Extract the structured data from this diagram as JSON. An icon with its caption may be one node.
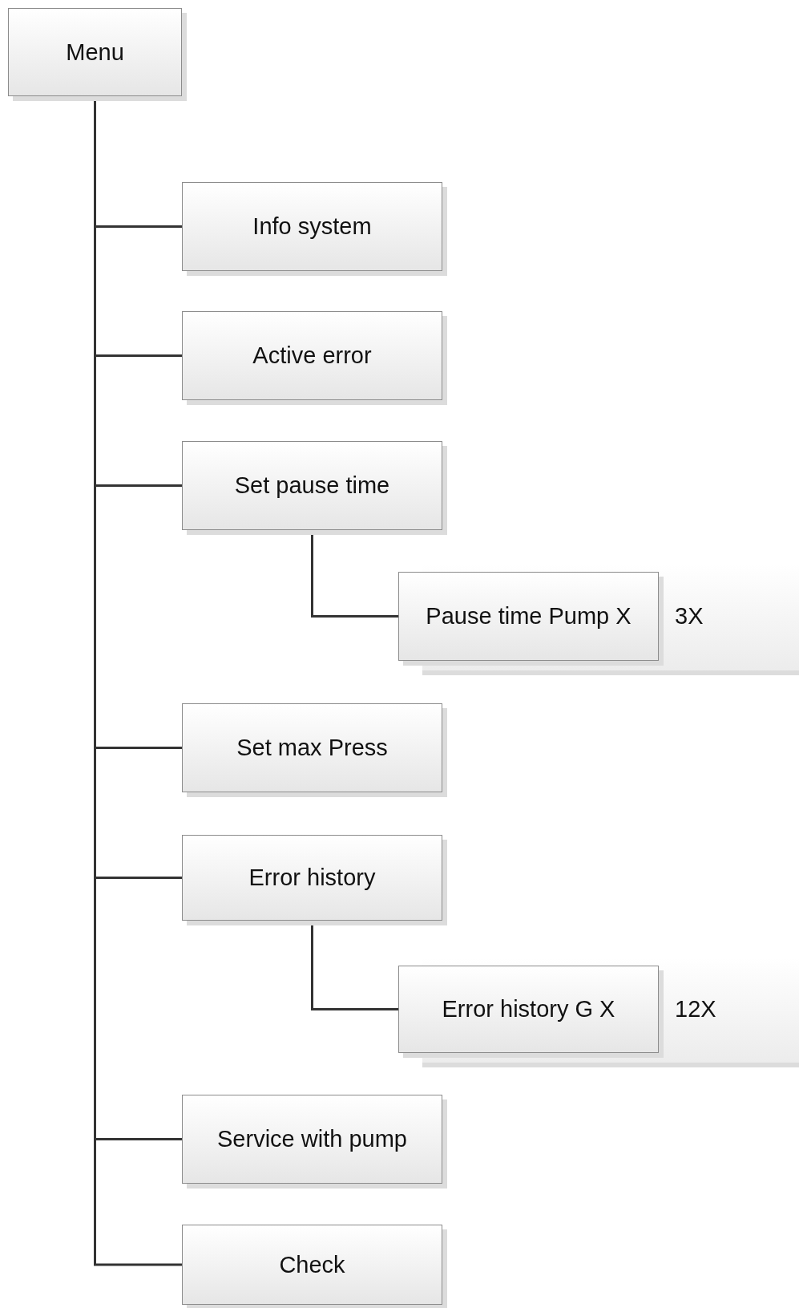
{
  "diagram": {
    "nodes": [
      {
        "text": [
          "Menu"
        ]
      },
      {
        "text": [
          "Info system"
        ]
      },
      {
        "text": [
          "Active error"
        ]
      },
      {
        "text": [
          "Set pause time"
        ]
      },
      {
        "text": [
          "Pause time Pump X"
        ],
        "beside": [
          "3X"
        ]
      },
      {
        "text": [
          "Set max Press"
        ]
      },
      {
        "text": [
          "Error history"
        ]
      },
      {
        "text": [
          "Error history G X"
        ],
        "beside": [
          "12X"
        ]
      },
      {
        "text": [
          "Service with pump"
        ]
      },
      {
        "text": [
          "Check"
        ]
      }
    ],
    "edges": [
      {
        "from": 0,
        "to": 1,
        "arrow": "none"
      },
      {
        "from": 0,
        "to": 2,
        "arrow": "none"
      },
      {
        "from": 0,
        "to": 3,
        "arrow": "none"
      },
      {
        "from": 3,
        "to": 4,
        "arrow": "none"
      },
      {
        "from": 0,
        "to": 5,
        "arrow": "none"
      },
      {
        "from": 0,
        "to": 6,
        "arrow": "none"
      },
      {
        "from": 6,
        "to": 7,
        "arrow": "none"
      },
      {
        "from": 0,
        "to": 8,
        "arrow": "none"
      },
      {
        "from": 0,
        "to": 9,
        "arrow": "none"
      }
    ]
  }
}
